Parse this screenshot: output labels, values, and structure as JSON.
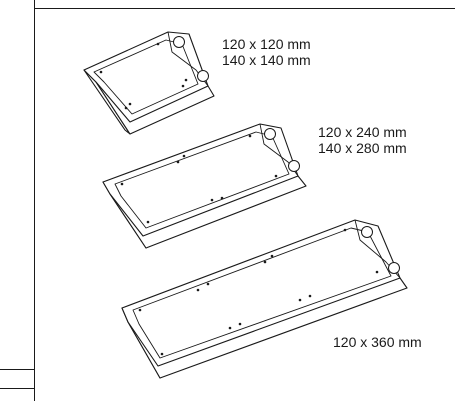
{
  "radiators": [
    {
      "id": "small",
      "size_lines": [
        "120 x 120 mm",
        "140 x 140 mm"
      ]
    },
    {
      "id": "medium",
      "size_lines": [
        "120 x 240 mm",
        "140 x 280 mm"
      ]
    },
    {
      "id": "large",
      "size_lines": [
        "120 x 360 mm"
      ]
    }
  ]
}
